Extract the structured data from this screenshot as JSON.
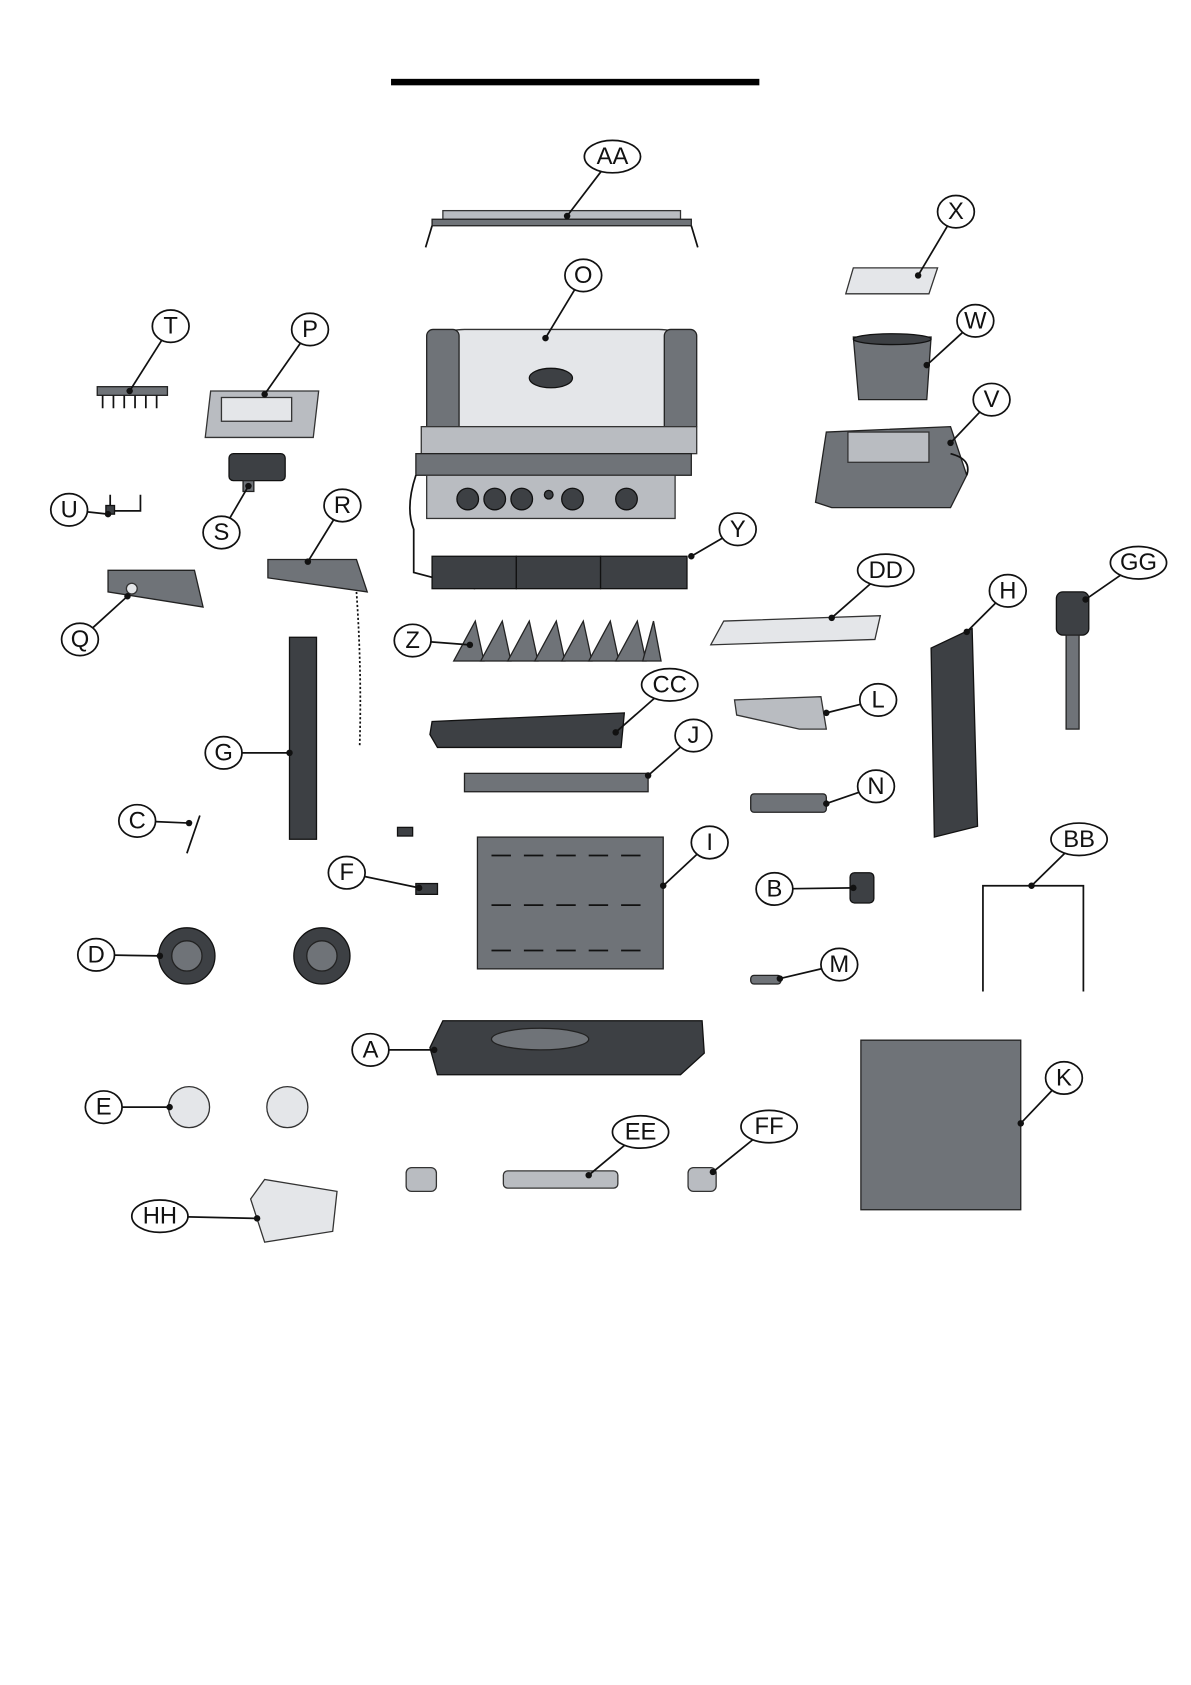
{
  "diagram": {
    "type": "exploded-parts-diagram",
    "part_labels": [
      "AA",
      "X",
      "O",
      "T",
      "P",
      "W",
      "V",
      "U",
      "S",
      "R",
      "Y",
      "DD",
      "H",
      "GG",
      "Q",
      "Z",
      "CC",
      "L",
      "G",
      "J",
      "N",
      "C",
      "I",
      "F",
      "B",
      "BB",
      "D",
      "M",
      "A",
      "K",
      "E",
      "EE",
      "FF",
      "HH"
    ]
  }
}
